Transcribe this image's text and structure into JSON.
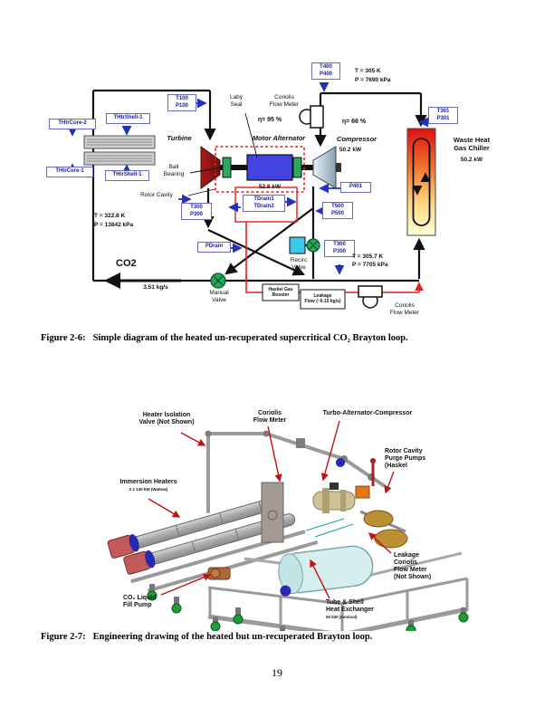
{
  "page": {
    "number": "19"
  },
  "fig1": {
    "caption_label": "Figure 2-6:",
    "caption_text": "Simple diagram of the heated un-recuperated supercritical CO₂ Brayton loop.",
    "sensors": {
      "t100": "T100\nP100",
      "t400": "T400\nP400",
      "t301": "T301\nP301",
      "t300_rotor": "T300\nP300",
      "t300_comp_inlet": "T300\nP300",
      "t500": "T500\nP500",
      "p401": "P401",
      "pdrain": "PDrain",
      "tdrain": "TDrain1\nTDrain2",
      "thtrcore2": "THtrCore-2",
      "thtrshell1_top": "THtrShell-1",
      "thtrcore1": "THtrCore-1",
      "thtrshell1_bottom": "THtrShell-1"
    },
    "labels": {
      "turbine": "Turbine",
      "motor_alternator": "Motor Alternator",
      "compressor": "Compressor",
      "laby_seal": "Laby\nSeal",
      "coriolis_top": "Coriolis\nFlow Meter",
      "coriolis_bottom": "Coriolis\nFlow Meter",
      "eta_turbine": "η= 95 %",
      "eta_compressor": "η= 66 %",
      "motor_power": "52.8 kW",
      "compressor_power": "50.2 kW",
      "chiller": "Waste Heat\nGas Chiller",
      "chiller_power": "50.2 kW",
      "ball_bearing": "Ball\nBearing",
      "rotor_cavity": "Rotor Cavity",
      "state_top": "T = 305 K\nP = 7690 kPa",
      "state_left": "T = 322.8 K\nP = 13842 kPa",
      "state_bottom": "T = 305.7 K\nP = 7705 kPa",
      "co2": "CO2",
      "mass_flow": "3.51 kg/s",
      "manual_valve": "Manual\nValve",
      "recirc_valve": "Recirc\nValve",
      "haskel": "Haskel Gas\nBooster",
      "leakage": "Leakage\nFlow (~0.15 kg/s)"
    }
  },
  "fig2": {
    "caption_label": "Figure 2-7:",
    "caption_text": "Engineering drawing of the heated but un-recuperated Brayton loop.",
    "annotations": {
      "heater_isolation": "Heater Isolation\nValve (Not Shown)",
      "coriolis": "Coriolis\nFlow Meter",
      "tac": "Turbo-Alternator-Compressor",
      "rotor_pumps": "Rotor Cavity\nPurge Pumps\n(Haskel",
      "immersion": "Immersion Heaters",
      "immersion_sub": "2 x 130 kW (Watlow)",
      "fill_pump": "CO₂ Liquid\nFill Pump",
      "leakage": "Leakage\nCoriolis\nFlow Meter\n(Not Shown)",
      "hx": "Tube & Shell\nHeat Exchanger",
      "hx_sub": "50 kW (nominal)"
    }
  },
  "colors": {
    "sensor_blue": "#1a1aa0",
    "loop_black": "#111111",
    "leak_red": "#e02020",
    "valve_green": "#28a858",
    "motor_blue": "#4343e0",
    "annotation_red": "#c11111",
    "chiller_hot": "#e01010",
    "chiller_cool": "#ffffd8"
  }
}
